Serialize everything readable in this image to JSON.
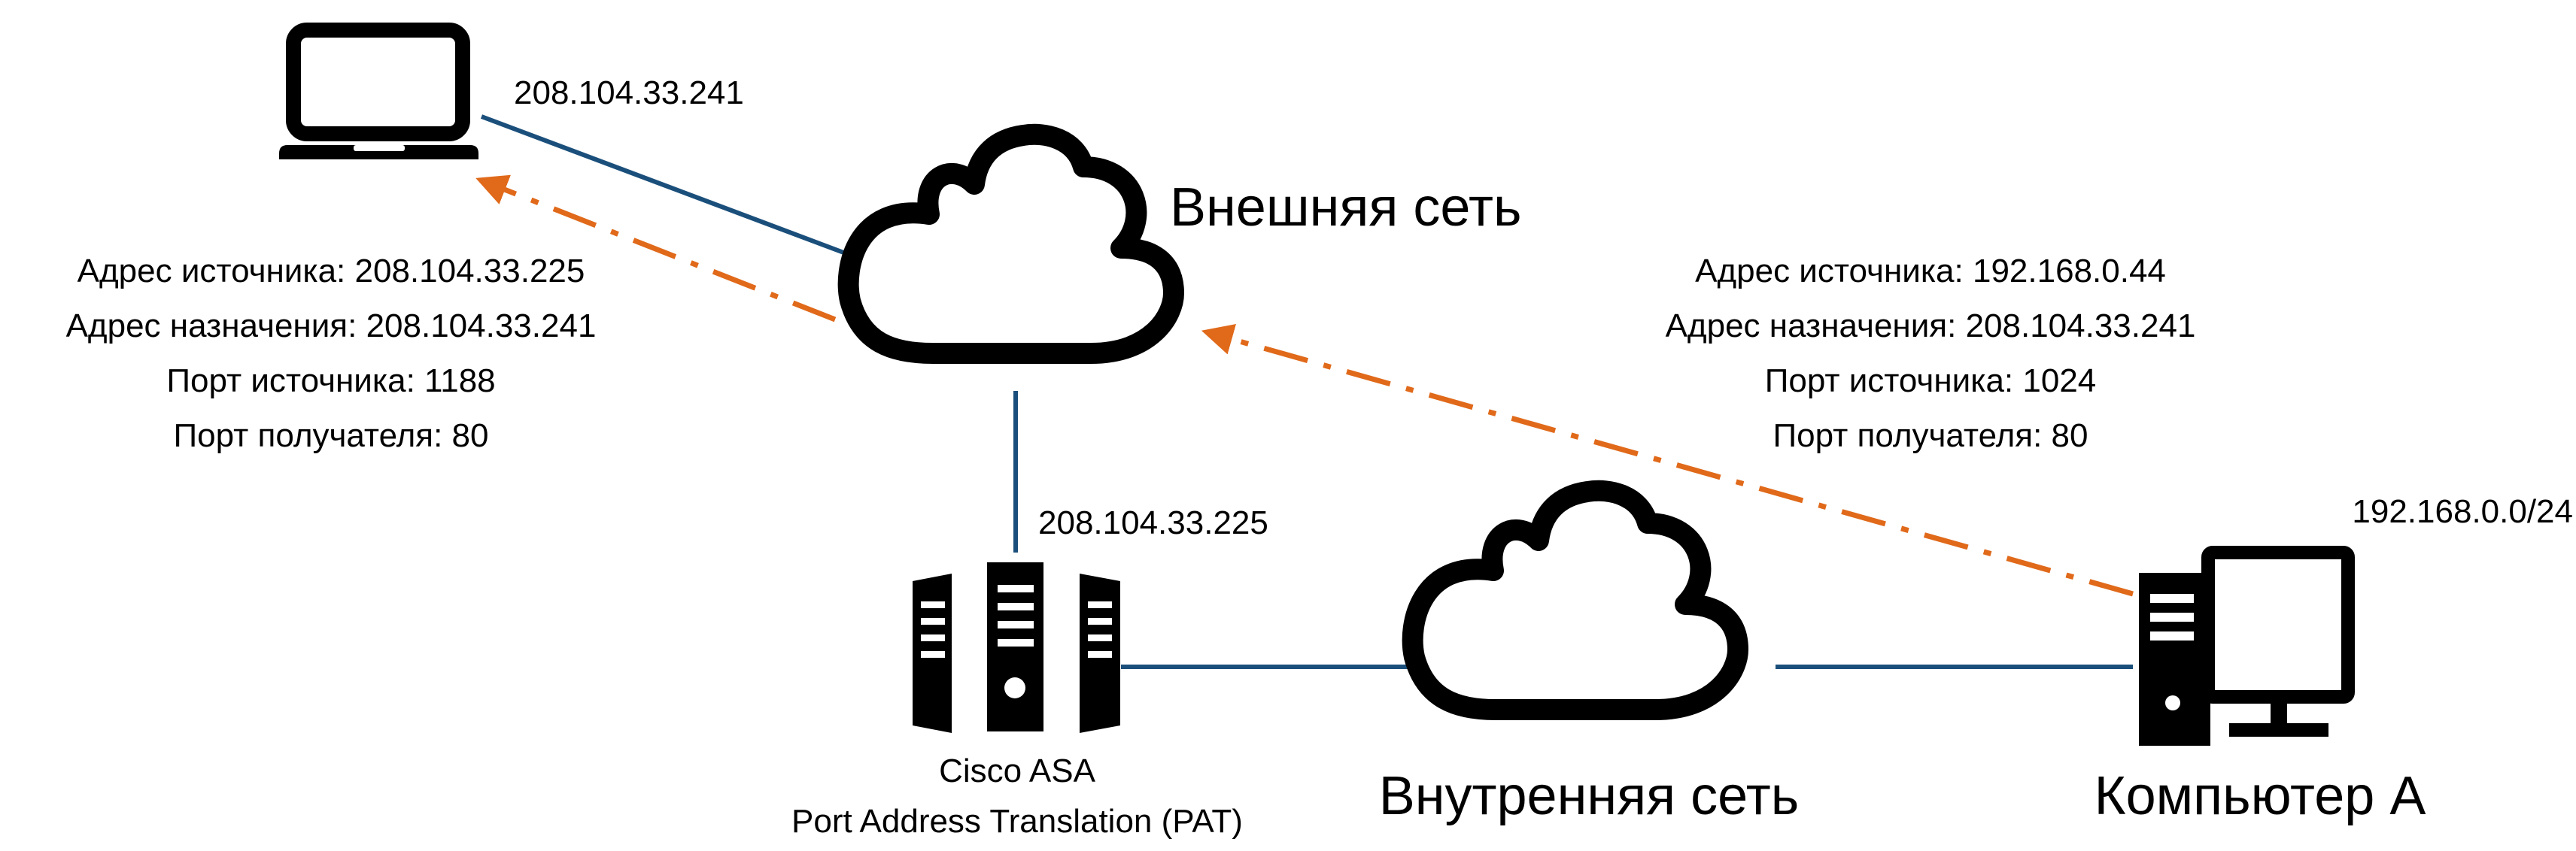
{
  "laptop": {
    "ip": "208.104.33.241"
  },
  "external_network": {
    "label": "Внешняя сеть"
  },
  "internal_network": {
    "label": "Внутренняя сеть"
  },
  "asa": {
    "ip": "208.104.33.225",
    "name": "Cisco ASA",
    "function": "Port Address Translation (PAT)"
  },
  "computer": {
    "name": "Компьютер А",
    "subnet": "192.168.0.0/24"
  },
  "packet_outside": {
    "lines": [
      "Адрес источника: 208.104.33.225",
      "Адрес назначения: 208.104.33.241",
      "Порт источника: 1188",
      "Порт получателя: 80"
    ]
  },
  "packet_inside": {
    "lines": [
      "Адрес источника: 192.168.0.44",
      "Адрес назначения: 208.104.33.241",
      "Порт источника: 1024",
      "Порт получателя: 80"
    ]
  },
  "colors": {
    "link": "#1b4f7b",
    "traffic_flow": "#e0691a",
    "icon": "#000000"
  }
}
